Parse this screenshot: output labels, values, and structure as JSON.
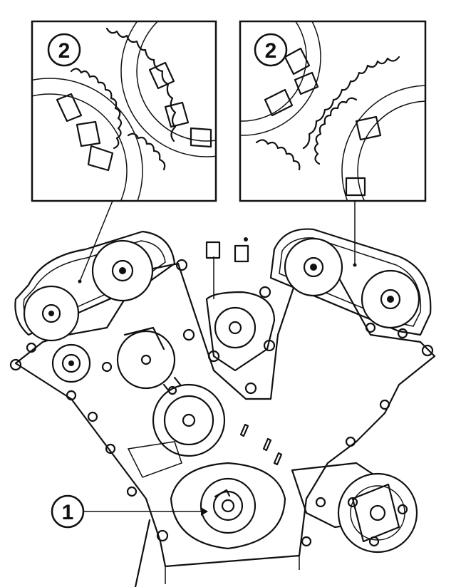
{
  "callouts": {
    "inset_left_label": "2",
    "inset_right_label": "2",
    "crank_label": "1"
  },
  "colors": {
    "line": "#111111",
    "background": "#ffffff"
  }
}
